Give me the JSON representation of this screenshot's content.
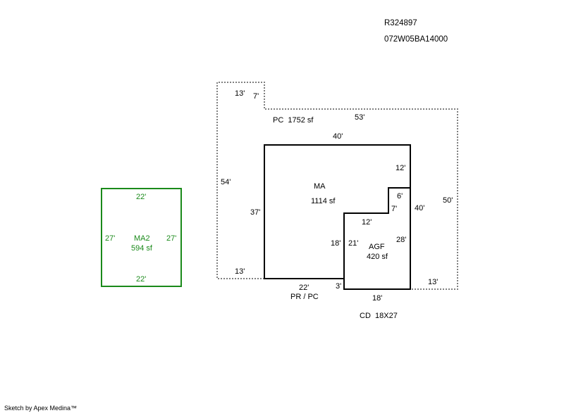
{
  "header": {
    "account": "R324897",
    "map_tax_lot": "072W05BA14000"
  },
  "footer": {
    "credit": "Sketch by Apex Medina™"
  },
  "colors": {
    "main": "#000000",
    "dotted": "#808080",
    "ma2": "#1a8a1a"
  },
  "areas": {
    "pc": {
      "label": "PC  1752 sf",
      "dims": {
        "top_left": "13'",
        "step": "7'",
        "top": "53'",
        "left": "54'",
        "right": "50'",
        "bottom_left": "13'",
        "bottom_right": "13'"
      }
    },
    "ma": {
      "name": "MA",
      "area": "1114 sf",
      "dims": {
        "top": "40'",
        "left": "37'",
        "right_upper": "12'",
        "right": "40'",
        "notch_top": "6'",
        "notch_side": "7'",
        "notch_bottom": "12'",
        "inner_left": "18'",
        "bottom": "22'",
        "step": "3'"
      }
    },
    "agf": {
      "name": "AGF",
      "area": "420 sf",
      "dims": {
        "left": "21'",
        "right": "28'",
        "bottom": "18'"
      }
    },
    "ma2": {
      "name": "MA2",
      "area": "594 sf",
      "dims": {
        "top": "22'",
        "bottom": "22'",
        "left": "27'",
        "right": "27'"
      }
    },
    "pr_pc": {
      "label": "PR / PC"
    },
    "cd": {
      "label": "CD  18X27"
    }
  }
}
